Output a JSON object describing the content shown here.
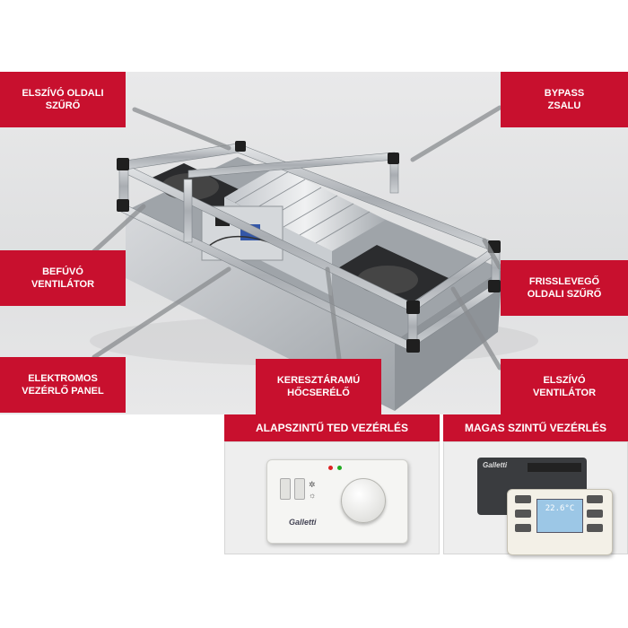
{
  "labels": {
    "exhaust_filter": [
      "ELSZÍVÓ OLDALI",
      "SZŰRŐ"
    ],
    "bypass_damper": [
      "BYPASS",
      "ZSALU"
    ],
    "supply_fan": [
      "BEFÚVÓ",
      "VENTILÁTOR"
    ],
    "fresh_air_filter": [
      "FRISSLEVEGŐ",
      "OLDALI SZŰRŐ"
    ],
    "control_panel": [
      "ELEKTROMOS",
      "VEZÉRLŐ PANEL"
    ],
    "heat_exchanger": [
      "KERESZTÁRAMÚ",
      "HŐCSERÉLŐ"
    ],
    "exhaust_fan": [
      "ELSZÍVÓ",
      "VENTILÁTOR"
    ]
  },
  "panels": {
    "basic": {
      "title": "ALAPSZINTŰ TED VEZÉRLÉS",
      "brand": "Galletti"
    },
    "advanced": {
      "title": "MAGAS SZINTŰ VEZÉRLÉS",
      "brand": "Galletti",
      "display_temp": "22.6°C"
    }
  },
  "colors": {
    "accent": "#c8102e",
    "frame": "#b9bcc0",
    "corner": "#1e1e1e"
  }
}
